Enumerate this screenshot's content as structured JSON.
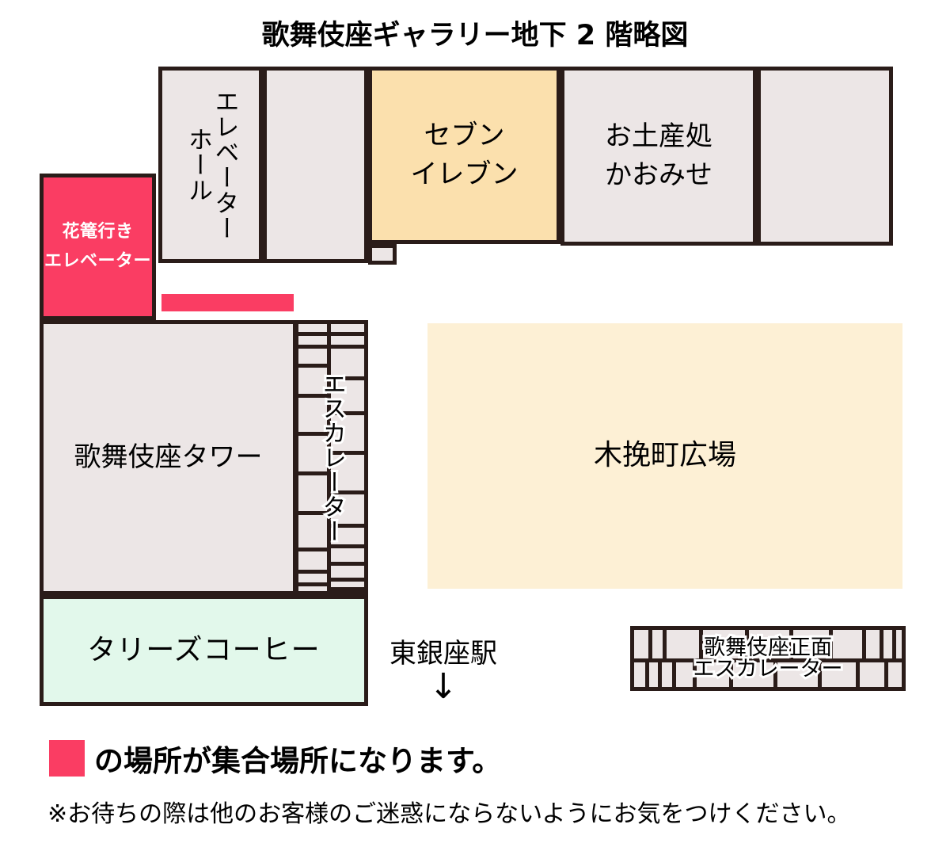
{
  "title": "歌舞伎座ギャラリー地下 2 階略図",
  "colors": {
    "outline": "#2a1c19",
    "room_fill": "#ece6e6",
    "meeting_point_pink": "#fa3d63",
    "seven_eleven_orange": "#fbe0ad",
    "plaza_cream": "#fdf0d5",
    "tullys_green": "#e2f8eb",
    "text": "#000000"
  },
  "rooms": {
    "elevator_hall": {
      "label": "エレベーター\nホール",
      "orientation": "vertical"
    },
    "blank_a": {
      "label": ""
    },
    "seven_eleven": {
      "label": "セブン\nイレブン"
    },
    "omiyage": {
      "label": "お土産処\nかおみせ"
    },
    "blank_b": {
      "label": ""
    },
    "notch_small": {
      "label": ""
    },
    "hanakago_elevator": {
      "label": "花篭行き\nエレベーター",
      "is_meeting_point": true
    },
    "kabukiza_tower": {
      "label": "歌舞伎座タワー"
    },
    "escalator": {
      "label": "エスカレーター",
      "orientation": "vertical"
    },
    "tullys": {
      "label": "タリーズコーヒー"
    },
    "kobikicho_plaza": {
      "label": "木挽町広場"
    },
    "front_escalator": {
      "line1": "歌舞伎座正面",
      "line2": "エスカレーター"
    }
  },
  "station": {
    "label": "東銀座駅",
    "arrow": "↓"
  },
  "legend": {
    "swatch_color": "#fa3d63",
    "text": "の場所が集合場所になります。",
    "note": "※お待ちの際は他のお客様のご迷惑にならないようにお気をつけください。"
  }
}
